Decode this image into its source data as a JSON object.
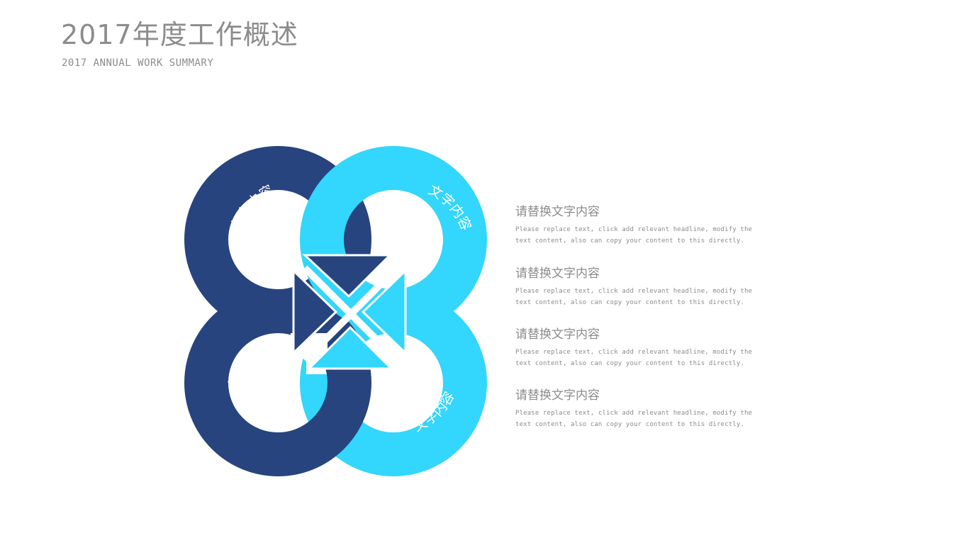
{
  "header": {
    "title": "2017年度工作概述",
    "subtitle": "2017 ANNUAL WORK SUMMARY"
  },
  "diagram": {
    "colors": {
      "dark": "#27447f",
      "light": "#33d6fc",
      "label": "#ffffff"
    },
    "segments": [
      {
        "label": "文字内容"
      },
      {
        "label": "文字内容"
      },
      {
        "label": "文字内容"
      },
      {
        "label": "文字内容"
      }
    ]
  },
  "items": [
    {
      "heading": "请替换文字内容",
      "body": "Please replace text, click add relevant headline, modify the text content, also can copy your content to this directly."
    },
    {
      "heading": "请替换文字内容",
      "body": "Please replace text, click add relevant headline, modify the text content, also can copy your content to this directly."
    },
    {
      "heading": "请替换文字内容",
      "body": "Please replace text, click add relevant headline, modify the text content, also can copy your content to this directly."
    },
    {
      "heading": "请替换文字内容",
      "body": "Please replace text, click add relevant headline, modify the text content, also can copy your content to this directly."
    }
  ],
  "text_colors": {
    "muted": "#8c8c8c"
  }
}
